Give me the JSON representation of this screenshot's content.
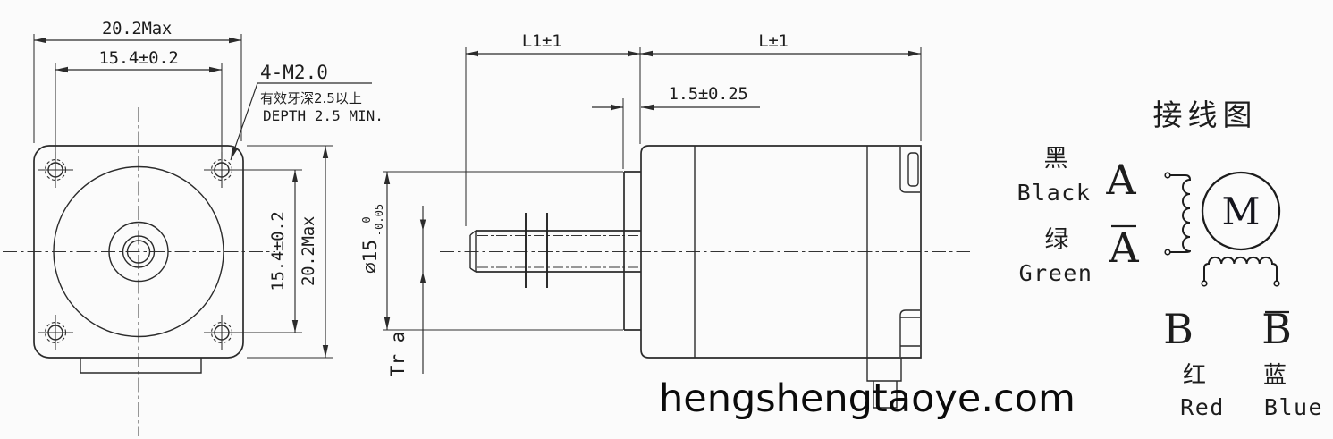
{
  "colors": {
    "line": "#2b2b2b",
    "background": "#fbfbfb",
    "watermark": "#0b0b0b"
  },
  "watermark": {
    "text": "hengshengtaoye.com"
  },
  "front_view": {
    "dim_width": "20.2Max",
    "dim_hole_spacing_horizontal": "15.4±0.2",
    "dim_hole_spacing_vertical": "15.4±0.2",
    "dim_height": "20.2Max",
    "mounting_hole_callout": "4-M2.0",
    "thread_depth_note_cn": "有效牙深2.5以上",
    "thread_depth_note_en": "DEPTH 2.5 MIN."
  },
  "side_view": {
    "dim_screw_length": "L1±1",
    "dim_body_length": "L±1",
    "dim_boss_thickness": "1.5±0.25",
    "dim_pilot_diameter": "⌀15",
    "pilot_tolerance_upper": "0",
    "pilot_tolerance_lower": "-0.05",
    "leadscrew_thread": "Tr a"
  },
  "wiring": {
    "title": "接线图",
    "motor_symbol": "M",
    "phase_a": "A",
    "phase_a_bar": "A",
    "phase_b": "B",
    "phase_b_bar": "B",
    "wire_black_cn": "黑",
    "wire_black_en": "Black",
    "wire_green_cn": "绿",
    "wire_green_en": "Green",
    "wire_red_cn": "红",
    "wire_red_en": "Red",
    "wire_blue_cn": "蓝",
    "wire_blue_en": "Blue"
  }
}
